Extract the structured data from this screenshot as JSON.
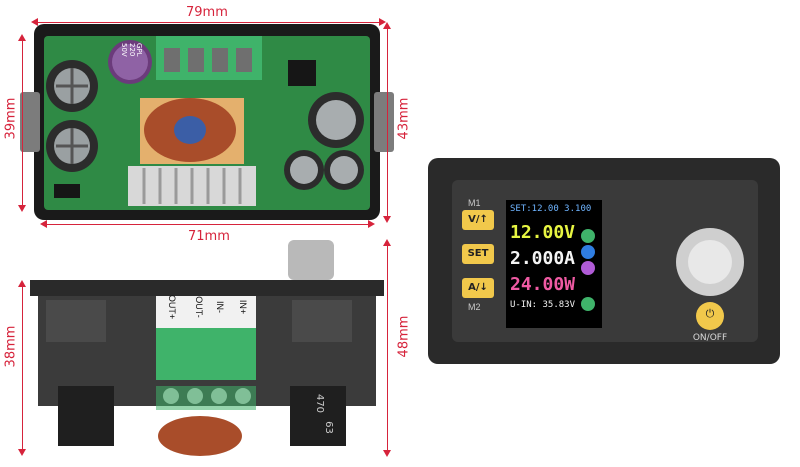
{
  "dimensions": {
    "top_width": "79mm",
    "top_height_left": "39mm",
    "top_height_right": "43mm",
    "inner_width": "71mm",
    "side_height_left": "38mm",
    "side_height_right": "48mm"
  },
  "capacitor_label": "GPL\n220\n50V",
  "terminal_labels": {
    "in_plus": "IN+",
    "in_minus": "IN-",
    "out_minus": "OUT-",
    "out_plus": "OUT+"
  },
  "capacitor_side_text": "470",
  "capacitor_side_text2": "63",
  "device": {
    "mode1": "M1",
    "mode2": "M2",
    "btn_v": "V/↑",
    "btn_set": "SET",
    "btn_a": "A/↓",
    "power_label": "ON/OFF"
  },
  "lcd": {
    "set_line": "SET:12.00  3.100",
    "voltage": "12.00V",
    "current": "2.000A",
    "power": "24.00W",
    "input_line": "U-IN: 35.83V"
  },
  "colors": {
    "dimension": "#d6233b",
    "pcb": "#2f8a45",
    "terminal": "#3fb36a",
    "lcd_bg": "#000000",
    "lcd_voltage": "#e7f542",
    "lcd_current": "#f4f4f4",
    "lcd_power": "#ef5aa3",
    "button": "#f1c84b",
    "housing": "#2c2c2c"
  }
}
